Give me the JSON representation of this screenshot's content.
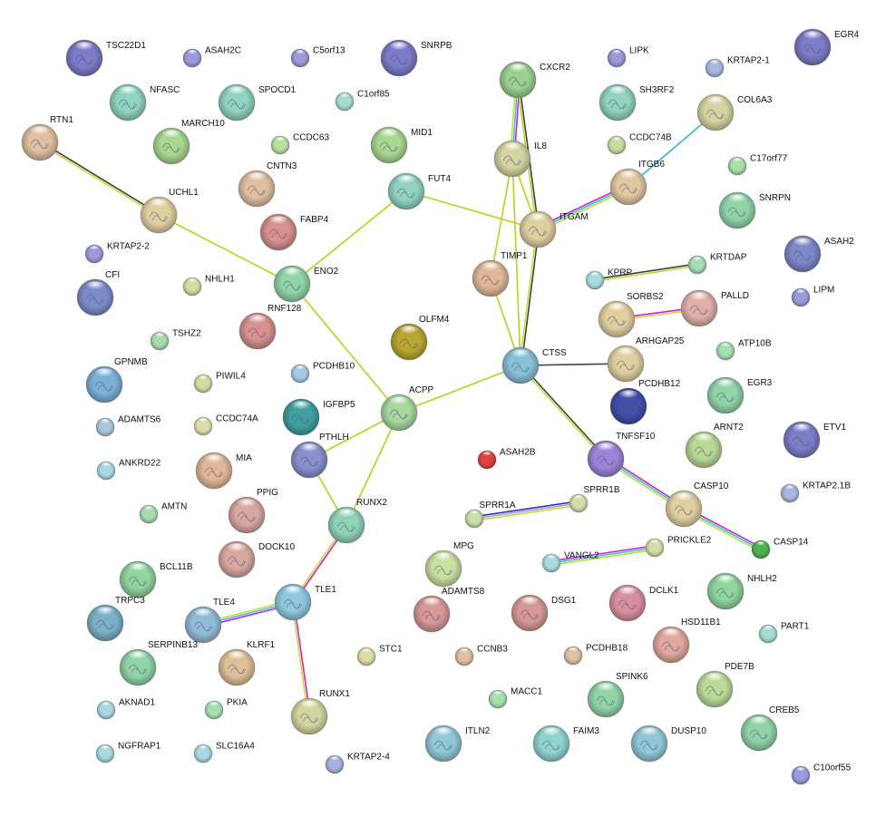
{
  "nodes": [
    {
      "id": "TSC22D1",
      "color": "#7c7cc8"
    },
    {
      "id": "ASAH2C",
      "color": "#9a9adc"
    },
    {
      "id": "C5orf13",
      "color": "#9a9adc"
    },
    {
      "id": "SNRPB",
      "color": "#7c7cc8"
    },
    {
      "id": "LIPK",
      "color": "#9a9adc"
    },
    {
      "id": "KRTAP2-1",
      "color": "#a8b8e0"
    },
    {
      "id": "EGR4",
      "color": "#7c7cc8"
    },
    {
      "id": "NFASC",
      "color": "#90d4c0"
    },
    {
      "id": "SPOCD1",
      "color": "#90d4c0"
    },
    {
      "id": "C1orf85",
      "color": "#a8dcd0"
    },
    {
      "id": "CXCR2",
      "color": "#9ad090"
    },
    {
      "id": "SH3RF2",
      "color": "#90d4c0"
    },
    {
      "id": "COL6A3",
      "color": "#d4d4a0"
    },
    {
      "id": "RTN1",
      "color": "#e0c0a0"
    },
    {
      "id": "MARCH10",
      "color": "#a8d890"
    },
    {
      "id": "CCDC63",
      "color": "#b8e0a0"
    },
    {
      "id": "MID1",
      "color": "#a8d890"
    },
    {
      "id": "IL8",
      "color": "#d4d4a0"
    },
    {
      "id": "CCDC74B",
      "color": "#c8dca0"
    },
    {
      "id": "C17orf77",
      "color": "#a8e0a8"
    },
    {
      "id": "CNTN3",
      "color": "#e0c0a0"
    },
    {
      "id": "FUT4",
      "color": "#90d4c0"
    },
    {
      "id": "ITGB6",
      "color": "#e0c8a0"
    },
    {
      "id": "SNRPN",
      "color": "#90d4a8"
    },
    {
      "id": "UCHL1",
      "color": "#e0d0a0"
    },
    {
      "id": "FABP4",
      "color": "#d89090"
    },
    {
      "id": "ITGAM",
      "color": "#e0d0a0"
    },
    {
      "id": "KRTAP2-2",
      "color": "#9a9adc"
    },
    {
      "id": "ENO2",
      "color": "#90d4a8"
    },
    {
      "id": "TIMP1",
      "color": "#e0b898"
    },
    {
      "id": "ASAH2",
      "color": "#7c88c8"
    },
    {
      "id": "KRTDAP",
      "color": "#a8dcb8"
    },
    {
      "id": "CFI",
      "color": "#7c8cc8"
    },
    {
      "id": "NHLH1",
      "color": "#d4dca0"
    },
    {
      "id": "KPRP",
      "color": "#a8dce0"
    },
    {
      "id": "LIPM",
      "color": "#9a9adc"
    },
    {
      "id": "PALLD",
      "color": "#e0b0a8"
    },
    {
      "id": "SORBS2",
      "color": "#e0d0a0"
    },
    {
      "id": "RNF128",
      "color": "#d89090"
    },
    {
      "id": "OLFM4",
      "color": "#b8a830"
    },
    {
      "id": "TSHZ2",
      "color": "#a8dcb0"
    },
    {
      "id": "CTSS",
      "color": "#88c0d8"
    },
    {
      "id": "ARHGAP25",
      "color": "#e0d0a0"
    },
    {
      "id": "ATP10B",
      "color": "#a8e0b0"
    },
    {
      "id": "GPNMB",
      "color": "#7cb0d8"
    },
    {
      "id": "PCDHB10",
      "color": "#a8c8e8"
    },
    {
      "id": "PIWIL4",
      "color": "#d4dca0"
    },
    {
      "id": "ACPP",
      "color": "#a8d8a0"
    },
    {
      "id": "PCDHB12",
      "color": "#4050a8"
    },
    {
      "id": "EGR3",
      "color": "#90d4a8"
    },
    {
      "id": "ADAMTS6",
      "color": "#a8c8e0"
    },
    {
      "id": "IGFBP5",
      "color": "#40a0a0"
    },
    {
      "id": "CCDC74A",
      "color": "#e0dca8"
    },
    {
      "id": "ARNT2",
      "color": "#b8d898"
    },
    {
      "id": "ETV1",
      "color": "#7c7cc8"
    },
    {
      "id": "TNFSF10",
      "color": "#9c84d8"
    },
    {
      "id": "ANKRD22",
      "color": "#a8d8e0"
    },
    {
      "id": "MIA",
      "color": "#e0b898"
    },
    {
      "id": "PTHLH",
      "color": "#8890d0"
    },
    {
      "id": "ASAH2B",
      "color": "#e04040"
    },
    {
      "id": "KRTAP2.1B",
      "color": "#a8b8e0"
    },
    {
      "id": "CASP10",
      "color": "#e0d0a0"
    },
    {
      "id": "AMTN",
      "color": "#a8dcb0"
    },
    {
      "id": "PPIG",
      "color": "#d8a8a0"
    },
    {
      "id": "RUNX2",
      "color": "#90d4b8"
    },
    {
      "id": "SPRR1A",
      "color": "#c8e0a8"
    },
    {
      "id": "SPRR1B",
      "color": "#d4dca8"
    },
    {
      "id": "CASP14",
      "color": "#50b050"
    },
    {
      "id": "BCL11B",
      "color": "#90d4a0"
    },
    {
      "id": "DOCK10",
      "color": "#d8a8a0"
    },
    {
      "id": "MPG",
      "color": "#c8e0a0"
    },
    {
      "id": "PRICKLE2",
      "color": "#d4dca8"
    },
    {
      "id": "VANGL2",
      "color": "#a8dce0"
    },
    {
      "id": "TRPC3",
      "color": "#7cb0c8"
    },
    {
      "id": "TLE1",
      "color": "#90c8e0"
    },
    {
      "id": "TLE4",
      "color": "#90bcd8"
    },
    {
      "id": "ADAMTS8",
      "color": "#d89898"
    },
    {
      "id": "DSG1",
      "color": "#d89898"
    },
    {
      "id": "DCLK1",
      "color": "#d890a0"
    },
    {
      "id": "NHLH2",
      "color": "#90d4a0"
    },
    {
      "id": "PART1",
      "color": "#a8dcd0"
    },
    {
      "id": "KLRF1",
      "color": "#e0c098"
    },
    {
      "id": "SERPINB13",
      "color": "#90d4a8"
    },
    {
      "id": "HSD11B1",
      "color": "#e0a8a0"
    },
    {
      "id": "STC1",
      "color": "#e0dca8"
    },
    {
      "id": "CCNB3",
      "color": "#e0c0a0"
    },
    {
      "id": "PCDHB18",
      "color": "#e0c0a0"
    },
    {
      "id": "PDE7B",
      "color": "#b8dc98"
    },
    {
      "id": "AKNAD1",
      "color": "#a8d8e0"
    },
    {
      "id": "PKIA",
      "color": "#a8e0b0"
    },
    {
      "id": "RUNX1",
      "color": "#d4d4a0"
    },
    {
      "id": "SPINK6",
      "color": "#90d4a8"
    },
    {
      "id": "MACC1",
      "color": "#a8e0b0"
    },
    {
      "id": "CREB5",
      "color": "#90d4a8"
    },
    {
      "id": "ITLN2",
      "color": "#90c8d8"
    },
    {
      "id": "FAIM3",
      "color": "#90d4d0"
    },
    {
      "id": "DUSP10",
      "color": "#90c8d8"
    },
    {
      "id": "NGFRAP1",
      "color": "#a8d8e0"
    },
    {
      "id": "SLC16A4",
      "color": "#a8d8e0"
    },
    {
      "id": "KRTAP2-4",
      "color": "#a8b0e0"
    },
    {
      "id": "C10orf55",
      "color": "#9a9adc"
    }
  ],
  "edges": [
    {
      "source": "RTN1",
      "target": "UCHL1",
      "colors": [
        "#404040",
        "#c8d838"
      ]
    },
    {
      "source": "UCHL1",
      "target": "ENO2",
      "colors": [
        "#b8d020"
      ]
    },
    {
      "source": "ENO2",
      "target": "FUT4",
      "colors": [
        "#b8d020"
      ]
    },
    {
      "source": "FUT4",
      "target": "ITGAM",
      "colors": [
        "#b8d020"
      ]
    },
    {
      "source": "ENO2",
      "target": "ACPP",
      "colors": [
        "#b8d020"
      ]
    },
    {
      "source": "ACPP",
      "target": "CTSS",
      "colors": [
        "#b8d020"
      ]
    },
    {
      "source": "ACPP",
      "target": "PTHLH",
      "colors": [
        "#b8d020"
      ]
    },
    {
      "source": "ACPP",
      "target": "RUNX2",
      "colors": [
        "#b8d020"
      ]
    },
    {
      "source": "PTHLH",
      "target": "RUNX2",
      "colors": [
        "#b8d020"
      ]
    },
    {
      "source": "RUNX2",
      "target": "TLE1",
      "colors": [
        "#d020d0",
        "#c8d838"
      ]
    },
    {
      "source": "TLE1",
      "target": "TLE4",
      "colors": [
        "#d020d0",
        "#30c8d8",
        "#c8d838"
      ]
    },
    {
      "source": "TLE1",
      "target": "RUNX1",
      "colors": [
        "#d020d0",
        "#c8d838"
      ]
    },
    {
      "source": "CXCR2",
      "target": "IL8",
      "colors": [
        "#d020d0",
        "#30c8d8",
        "#c8d838"
      ]
    },
    {
      "source": "CXCR2",
      "target": "ITGAM",
      "colors": [
        "#404040",
        "#b8d020"
      ]
    },
    {
      "source": "IL8",
      "target": "ITGAM",
      "colors": [
        "#b8d020"
      ]
    },
    {
      "source": "IL8",
      "target": "TIMP1",
      "colors": [
        "#b8d020"
      ]
    },
    {
      "source": "IL8",
      "target": "CTSS",
      "colors": [
        "#b8d020"
      ]
    },
    {
      "source": "TIMP1",
      "target": "CTSS",
      "colors": [
        "#b8d020"
      ]
    },
    {
      "source": "ITGAM",
      "target": "CTSS",
      "colors": [
        "#404040",
        "#c8d838"
      ]
    },
    {
      "source": "ITGAM",
      "target": "ITGB6",
      "colors": [
        "#d020d0",
        "#30c8d8",
        "#c8d838"
      ]
    },
    {
      "source": "ITGB6",
      "target": "COL6A3",
      "colors": [
        "#30b8d0"
      ]
    },
    {
      "source": "CTSS",
      "target": "ARHGAP25",
      "colors": [
        "#404040"
      ]
    },
    {
      "source": "CTSS",
      "target": "TNFSF10",
      "colors": [
        "#404040",
        "#c8d838"
      ]
    },
    {
      "source": "TNFSF10",
      "target": "CASP10",
      "colors": [
        "#d020d0",
        "#30c8d8",
        "#c8d838"
      ]
    },
    {
      "source": "CASP10",
      "target": "CASP14",
      "colors": [
        "#d020d0",
        "#30c8d8",
        "#c8d838"
      ]
    },
    {
      "source": "KPRP",
      "target": "KRTDAP",
      "colors": [
        "#404040",
        "#c8d838"
      ]
    },
    {
      "source": "SORBS2",
      "target": "PALLD",
      "colors": [
        "#d020d0",
        "#c8d838"
      ]
    },
    {
      "source": "SPRR1A",
      "target": "SPRR1B",
      "colors": [
        "#3030c0",
        "#a0a0d8",
        "#c8d838"
      ]
    },
    {
      "source": "VANGL2",
      "target": "PRICKLE2",
      "colors": [
        "#d020d0",
        "#30c8d8",
        "#c8d838"
      ]
    }
  ]
}
